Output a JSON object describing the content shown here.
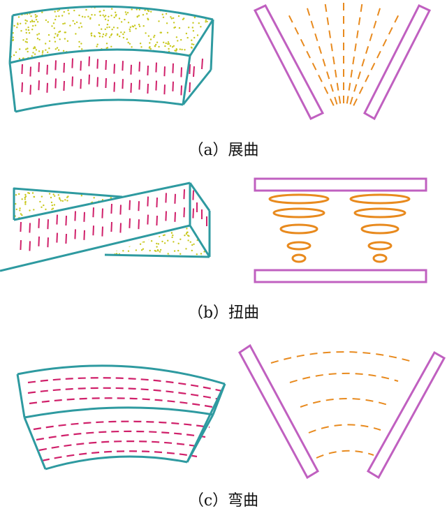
{
  "captions": {
    "a": "（a）展曲",
    "b": "（b）扭曲",
    "c": "（c）弯曲"
  },
  "colors": {
    "outline_teal": "#2e9aa0",
    "director_magenta": "#d0206a",
    "dots_yellow": "#c8c81e",
    "plate_purple": "#c060c0",
    "field_orange": "#e88a1e"
  }
}
